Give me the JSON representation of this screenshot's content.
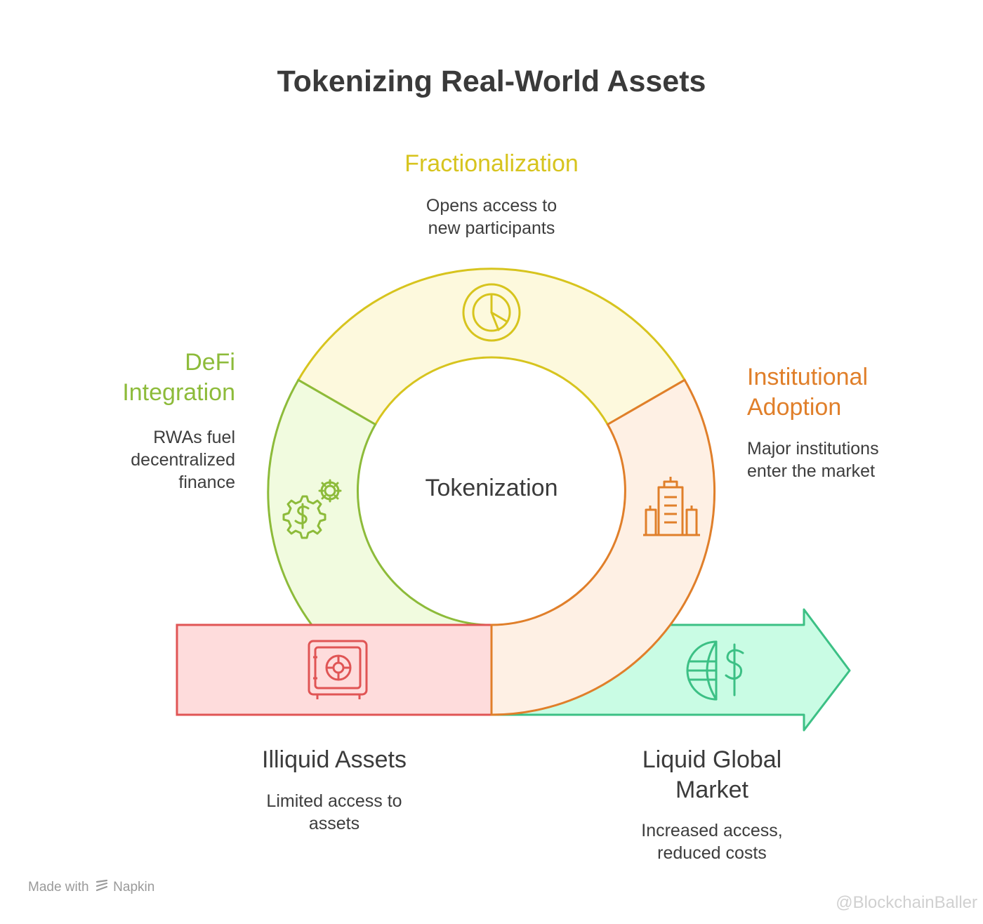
{
  "title": "Tokenizing Real-World Assets",
  "center_label": "Tokenization",
  "stages": {
    "fractionalization": {
      "heading": "Fractionalization",
      "description_lines": [
        "Opens access to",
        "new participants"
      ],
      "color": "#d7c41e",
      "fill": "#fdf9dd",
      "icon": "pie-chart-icon"
    },
    "institutional": {
      "heading_lines": [
        "Institutional",
        "Adoption"
      ],
      "description_lines": [
        "Major institutions",
        "enter the market"
      ],
      "color": "#e07f2a",
      "fill": "#fef0e4",
      "icon": "buildings-icon"
    },
    "defi": {
      "heading_lines": [
        "DeFi",
        "Integration"
      ],
      "description_lines": [
        "RWAs fuel",
        "decentralized",
        "finance"
      ],
      "color": "#8dbb3a",
      "fill": "#f1fbdf",
      "icon": "gear-dollar-icon"
    },
    "illiquid": {
      "heading": "Illiquid Assets",
      "description_lines": [
        "Limited access to",
        "assets"
      ],
      "color": "#e05555",
      "fill": "#fedcdc",
      "icon": "safe-icon"
    },
    "liquid": {
      "heading_lines": [
        "Liquid Global",
        "Market"
      ],
      "description_lines": [
        "Increased access,",
        "reduced costs"
      ],
      "color": "#3cc085",
      "fill": "#c9fce4",
      "icon": "globe-dollar-icon"
    }
  },
  "footer": {
    "made_with": "Made with",
    "brand": "Napkin",
    "brand_icon": "napkin-logo-icon"
  },
  "watermark": "@BlockchainBaller"
}
